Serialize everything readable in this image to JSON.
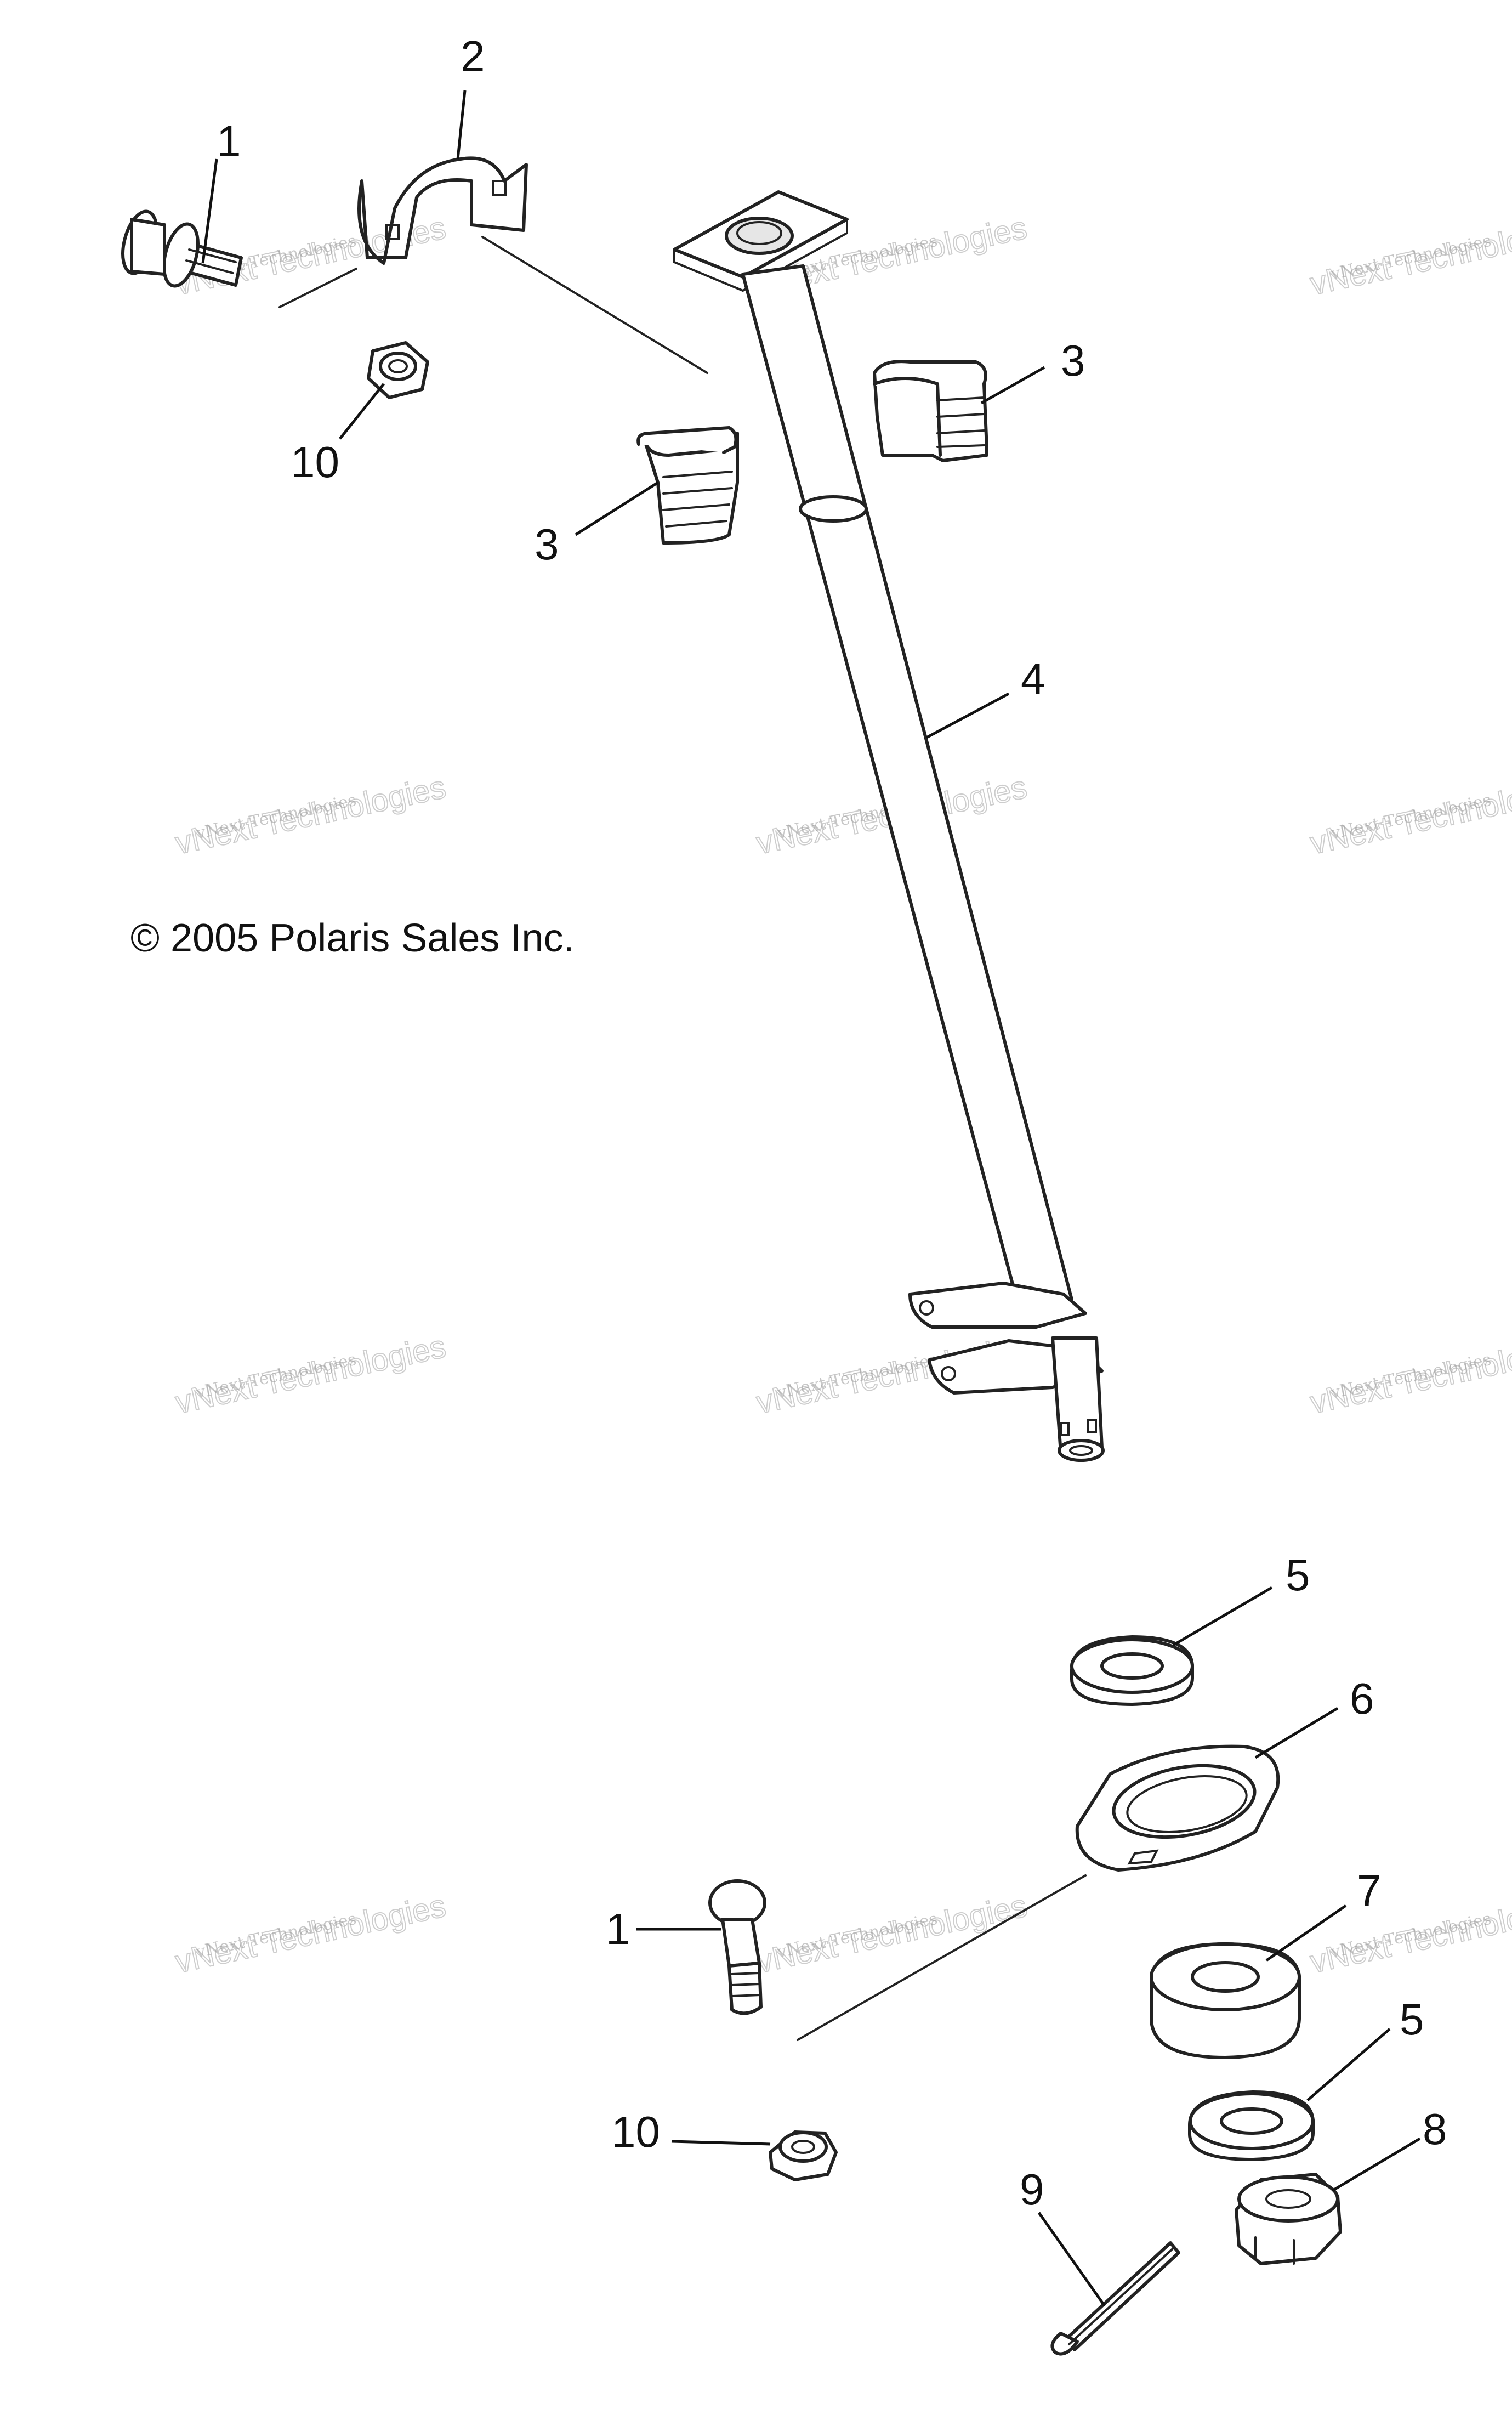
{
  "copyright": "© 2005 Polaris Sales Inc.",
  "watermark": {
    "line1": "vNext Technologies",
    "line2": "vNext Technologies"
  },
  "callouts": {
    "c1_top": "1",
    "c2": "2",
    "c10_top": "10",
    "c3_left": "3",
    "c3_right": "3",
    "c4": "4",
    "c5_top": "5",
    "c6": "6",
    "c7": "7",
    "c1_bottom": "1",
    "c5_bottom": "5",
    "c10_bottom": "10",
    "c8": "8",
    "c9": "9"
  }
}
